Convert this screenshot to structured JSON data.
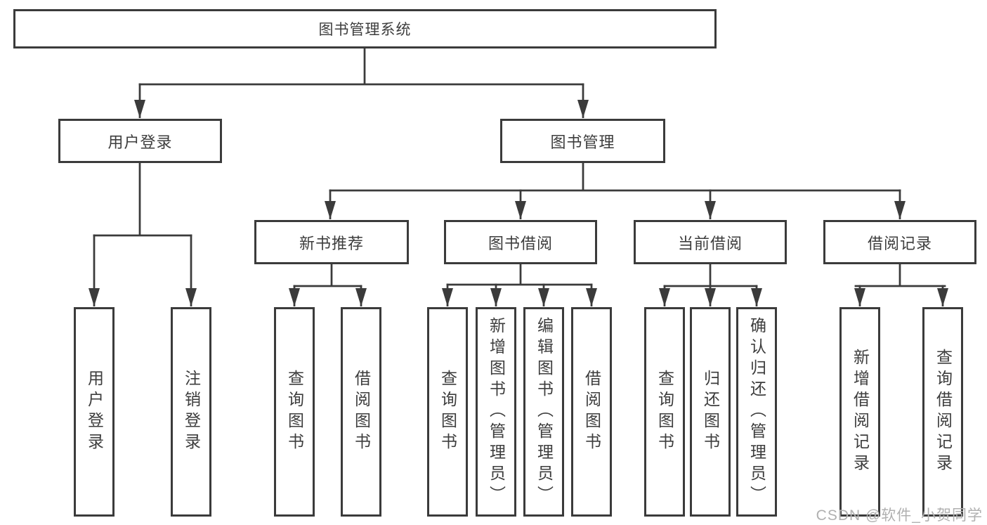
{
  "diagram": {
    "root": {
      "label": "图书管理系统"
    },
    "branches": [
      {
        "label": "用户登录",
        "children": [
          {
            "label": "用户登录"
          },
          {
            "label": "注销登录"
          }
        ]
      },
      {
        "label": "图书管理",
        "children": [
          {
            "label": "新书推荐",
            "children": [
              {
                "label": "查询图书"
              },
              {
                "label": "借阅图书"
              }
            ]
          },
          {
            "label": "图书借阅",
            "children": [
              {
                "label": "查询图书"
              },
              {
                "label": "新增图书（管理员）"
              },
              {
                "label": "编辑图书（管理员）"
              },
              {
                "label": "借阅图书"
              }
            ]
          },
          {
            "label": "当前借阅",
            "children": [
              {
                "label": "查询图书"
              },
              {
                "label": "归还图书"
              },
              {
                "label": "确认归还（管理员）"
              }
            ]
          },
          {
            "label": "借阅记录",
            "children": [
              {
                "label": "新增借阅记录"
              },
              {
                "label": "查询借阅记录"
              }
            ]
          }
        ]
      }
    ],
    "watermark": {
      "text": "CSDN @软件_小贺同学"
    },
    "colors": {
      "line": "#3b3b3b",
      "box_border": "#3b3b3b",
      "box_fill": "#ffffff",
      "text": "#3d3d3d",
      "watermark": "#b0b0b0",
      "background": "#ffffff"
    }
  }
}
